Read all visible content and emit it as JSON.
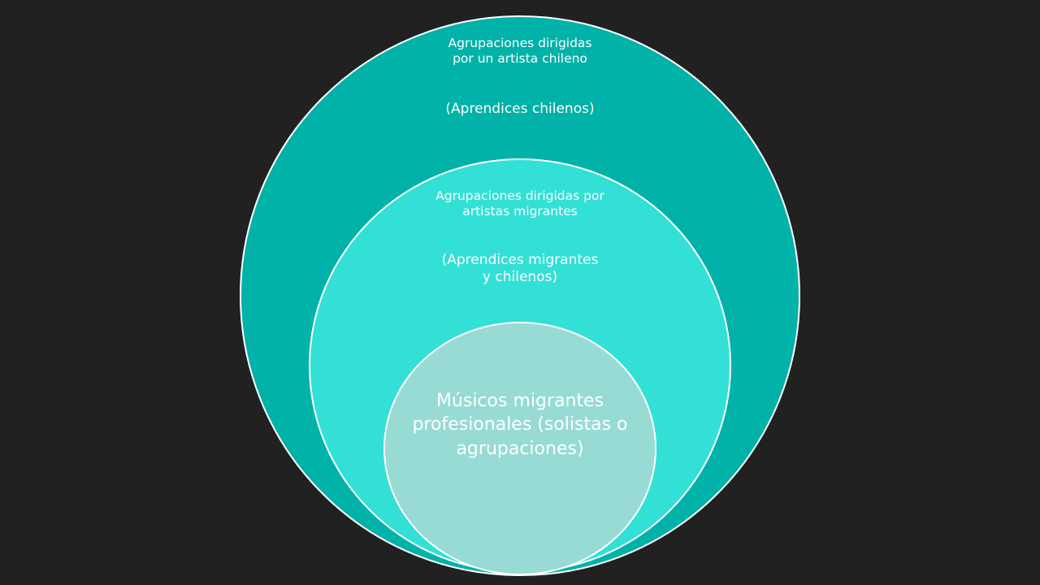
{
  "colors": {
    "background": "#212121",
    "outer_circle": "#00b2a8",
    "middle_circle": "#33e0d6",
    "inner_circle": "#97dbd4",
    "stroke": "#ffffff",
    "text": "#ffffff"
  },
  "diagram": {
    "outer": {
      "title": "Agrupaciones dirigidas por un artista chileno",
      "subtitle": "(Aprendices chilenos)"
    },
    "middle": {
      "title": "Agrupaciones dirigidas por artistas migrantes",
      "subtitle": "(Aprendices migrantes y chilenos)"
    },
    "inner": {
      "title": "Músicos migrantes profesionales (solistas o agrupaciones)"
    }
  }
}
